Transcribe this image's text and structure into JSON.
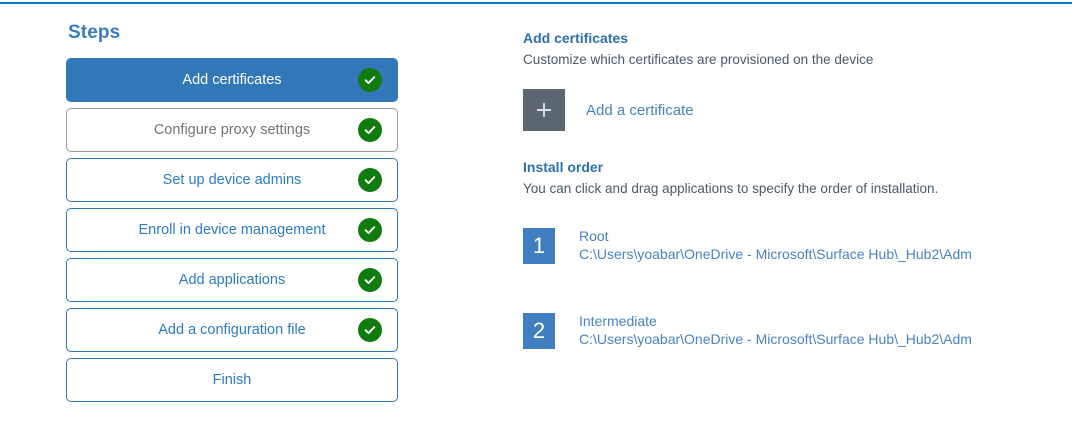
{
  "theme": {
    "accent_rule": "#0078c8",
    "active_step_bg": "#3278b9",
    "step_border": "#2b7cc4",
    "step_text": "#2b7cc4",
    "muted_step_border": "#9a9a9a",
    "muted_step_text": "#757575",
    "check_green": "#107c10",
    "heading_blue": "#2e72ab",
    "link_blue": "#4a83c0",
    "badge_blue": "#3f7fbf",
    "plus_tile_gray": "#5b6670"
  },
  "steps_panel": {
    "title": "Steps",
    "items": [
      {
        "label": "Add certificates",
        "state": "active",
        "complete": true,
        "icon": "check-circle-icon"
      },
      {
        "label": "Configure proxy settings",
        "state": "muted",
        "complete": true,
        "icon": "check-circle-icon"
      },
      {
        "label": "Set up device admins",
        "state": "normal",
        "complete": true,
        "icon": "check-circle-icon"
      },
      {
        "label": "Enroll in device management",
        "state": "normal",
        "complete": true,
        "icon": "check-circle-icon"
      },
      {
        "label": "Add applications",
        "state": "normal",
        "complete": true,
        "icon": "check-circle-icon"
      },
      {
        "label": "Add a configuration file",
        "state": "normal",
        "complete": true,
        "icon": "check-circle-icon"
      },
      {
        "label": "Finish",
        "state": "normal",
        "complete": false,
        "icon": ""
      }
    ]
  },
  "detail_panel": {
    "certificates": {
      "heading": "Add certificates",
      "description": "Customize which certificates are provisioned on the device",
      "add_button_icon": "plus-icon",
      "add_button_label": "Add a certificate"
    },
    "install_order": {
      "heading": "Install order",
      "description": "You can click and drag applications to specify the order of installation.",
      "items": [
        {
          "number": "1",
          "name": "Root",
          "path": "C:\\Users\\yoabar\\OneDrive - Microsoft\\Surface Hub\\_Hub2\\Adm"
        },
        {
          "number": "2",
          "name": "Intermediate",
          "path": "C:\\Users\\yoabar\\OneDrive - Microsoft\\Surface Hub\\_Hub2\\Adm"
        }
      ]
    }
  }
}
